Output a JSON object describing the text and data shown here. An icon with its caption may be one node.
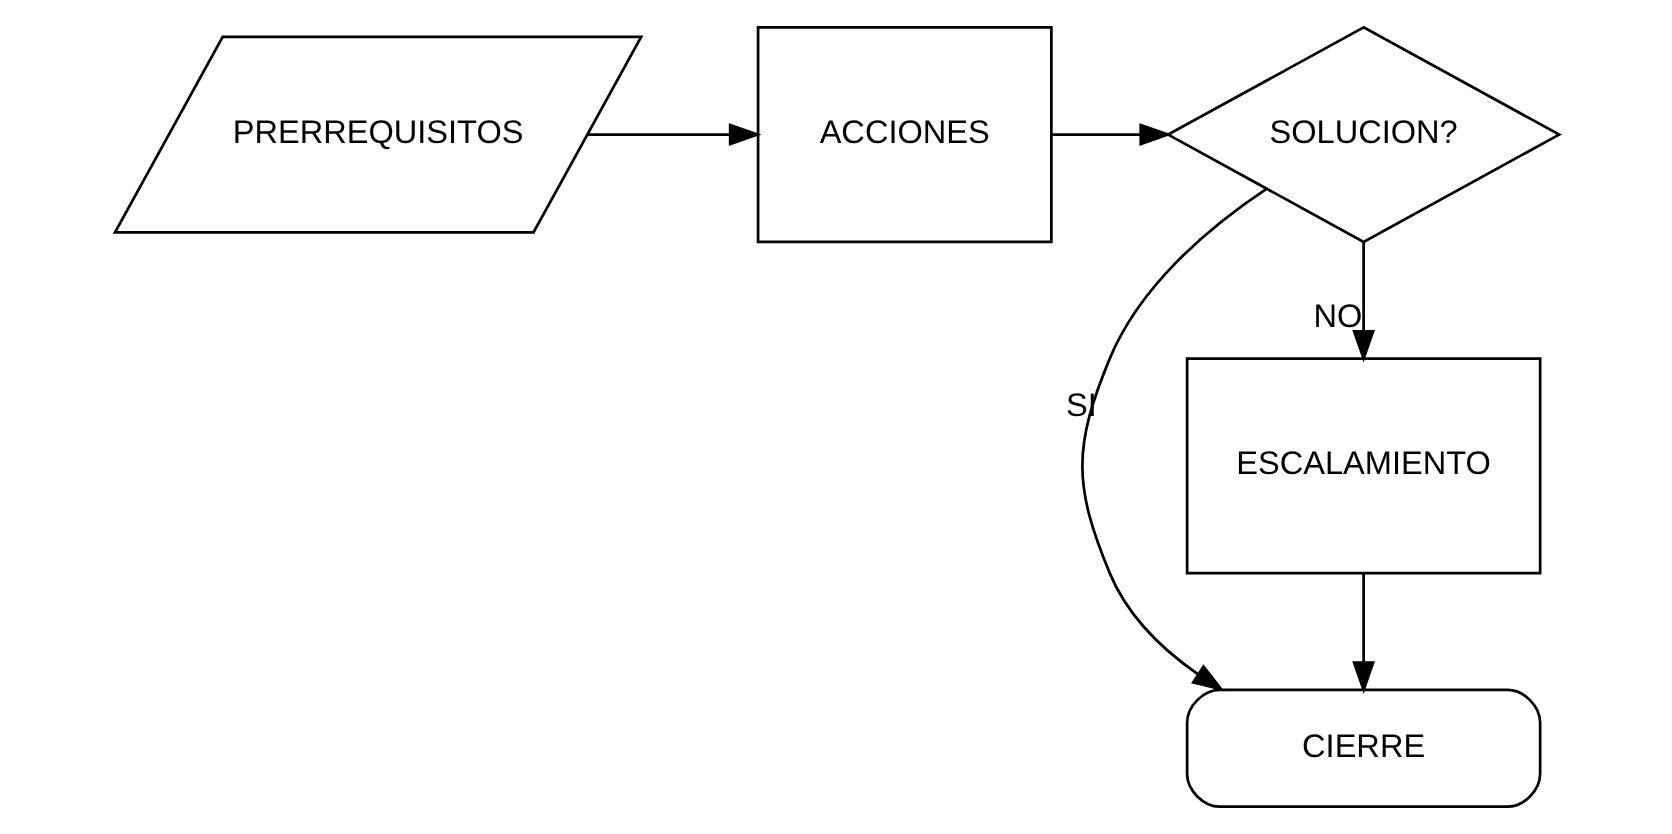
{
  "diagram": {
    "nodes": [
      {
        "text": [
          "PRERREQUISITOS"
        ]
      },
      {
        "text": [
          "ACCIONES"
        ]
      },
      {
        "text": [
          "SOLUCION?"
        ]
      },
      {
        "text": [
          "ESCALAMIENTO"
        ]
      },
      {
        "text": [
          "CIERRE"
        ]
      }
    ],
    "edges": [
      {
        "from": 0,
        "to": 1,
        "arrow": "to"
      },
      {
        "from": 1,
        "to": 2,
        "arrow": "to"
      },
      {
        "from": 2,
        "to": 3,
        "label": "NO",
        "arrow": "to"
      },
      {
        "from": 2,
        "to": 4,
        "label": "SI",
        "arrow": "to"
      },
      {
        "from": 3,
        "to": 4,
        "arrow": "to"
      }
    ]
  }
}
